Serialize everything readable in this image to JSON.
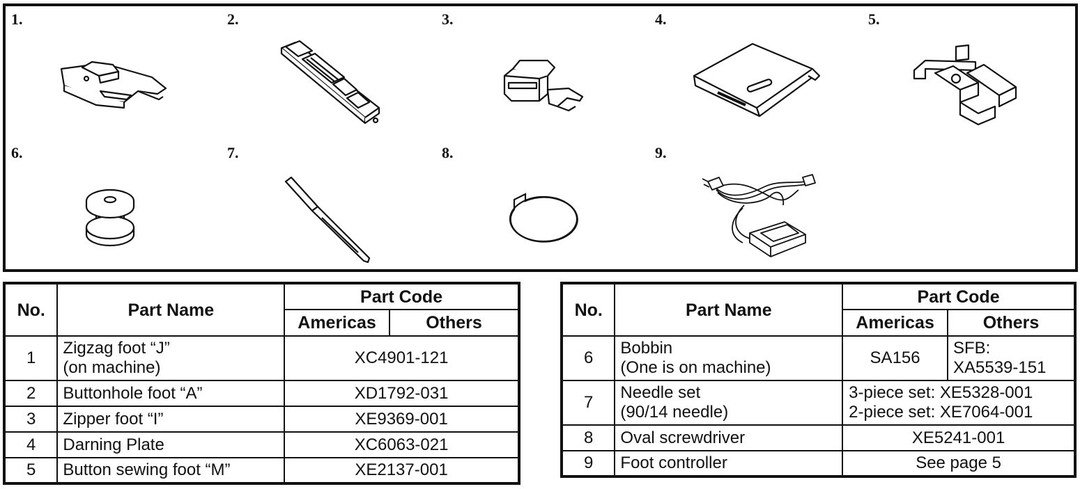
{
  "accessories": [
    {
      "num": "1.",
      "icon": "zigzag-foot-icon"
    },
    {
      "num": "2.",
      "icon": "buttonhole-foot-icon"
    },
    {
      "num": "3.",
      "icon": "zipper-foot-icon"
    },
    {
      "num": "4.",
      "icon": "darning-plate-icon"
    },
    {
      "num": "5.",
      "icon": "button-sewing-foot-icon"
    },
    {
      "num": "6.",
      "icon": "bobbin-icon"
    },
    {
      "num": "7.",
      "icon": "needle-icon"
    },
    {
      "num": "8.",
      "icon": "oval-screwdriver-icon"
    },
    {
      "num": "9.",
      "icon": "foot-controller-icon"
    }
  ],
  "table_left": {
    "headers": {
      "no": "No.",
      "part_name": "Part Name",
      "part_code": "Part Code",
      "americas": "Americas",
      "others": "Others"
    },
    "rows": [
      {
        "no": "1",
        "name1": "Zigzag foot “J”",
        "name2": "(on machine)",
        "code": "XC4901-121"
      },
      {
        "no": "2",
        "name1": "Buttonhole foot “A”",
        "code": "XD1792-031"
      },
      {
        "no": "3",
        "name1": "Zipper foot “I”",
        "code": "XE9369-001"
      },
      {
        "no": "4",
        "name1": "Darning Plate",
        "code": "XC6063-021"
      },
      {
        "no": "5",
        "name1": "Button sewing foot “M”",
        "code": "XE2137-001"
      }
    ]
  },
  "table_right": {
    "headers": {
      "no": "No.",
      "part_name": "Part Name",
      "part_code": "Part Code",
      "americas": "Americas",
      "others": "Others"
    },
    "rows": [
      {
        "no": "6",
        "name1": "Bobbin",
        "name2": "(One is on machine)",
        "americas": "SA156",
        "others1": "SFB:",
        "others2": "XA5539-151"
      },
      {
        "no": "7",
        "name1": "Needle set",
        "name2": "(90/14 needle)",
        "code1": "3-piece set: XE5328-001",
        "code2": "2-piece set: XE7064-001"
      },
      {
        "no": "8",
        "name1": "Oval screwdriver",
        "code": "XE5241-001"
      },
      {
        "no": "9",
        "name1": "Foot controller",
        "code": "See page 5"
      }
    ]
  }
}
